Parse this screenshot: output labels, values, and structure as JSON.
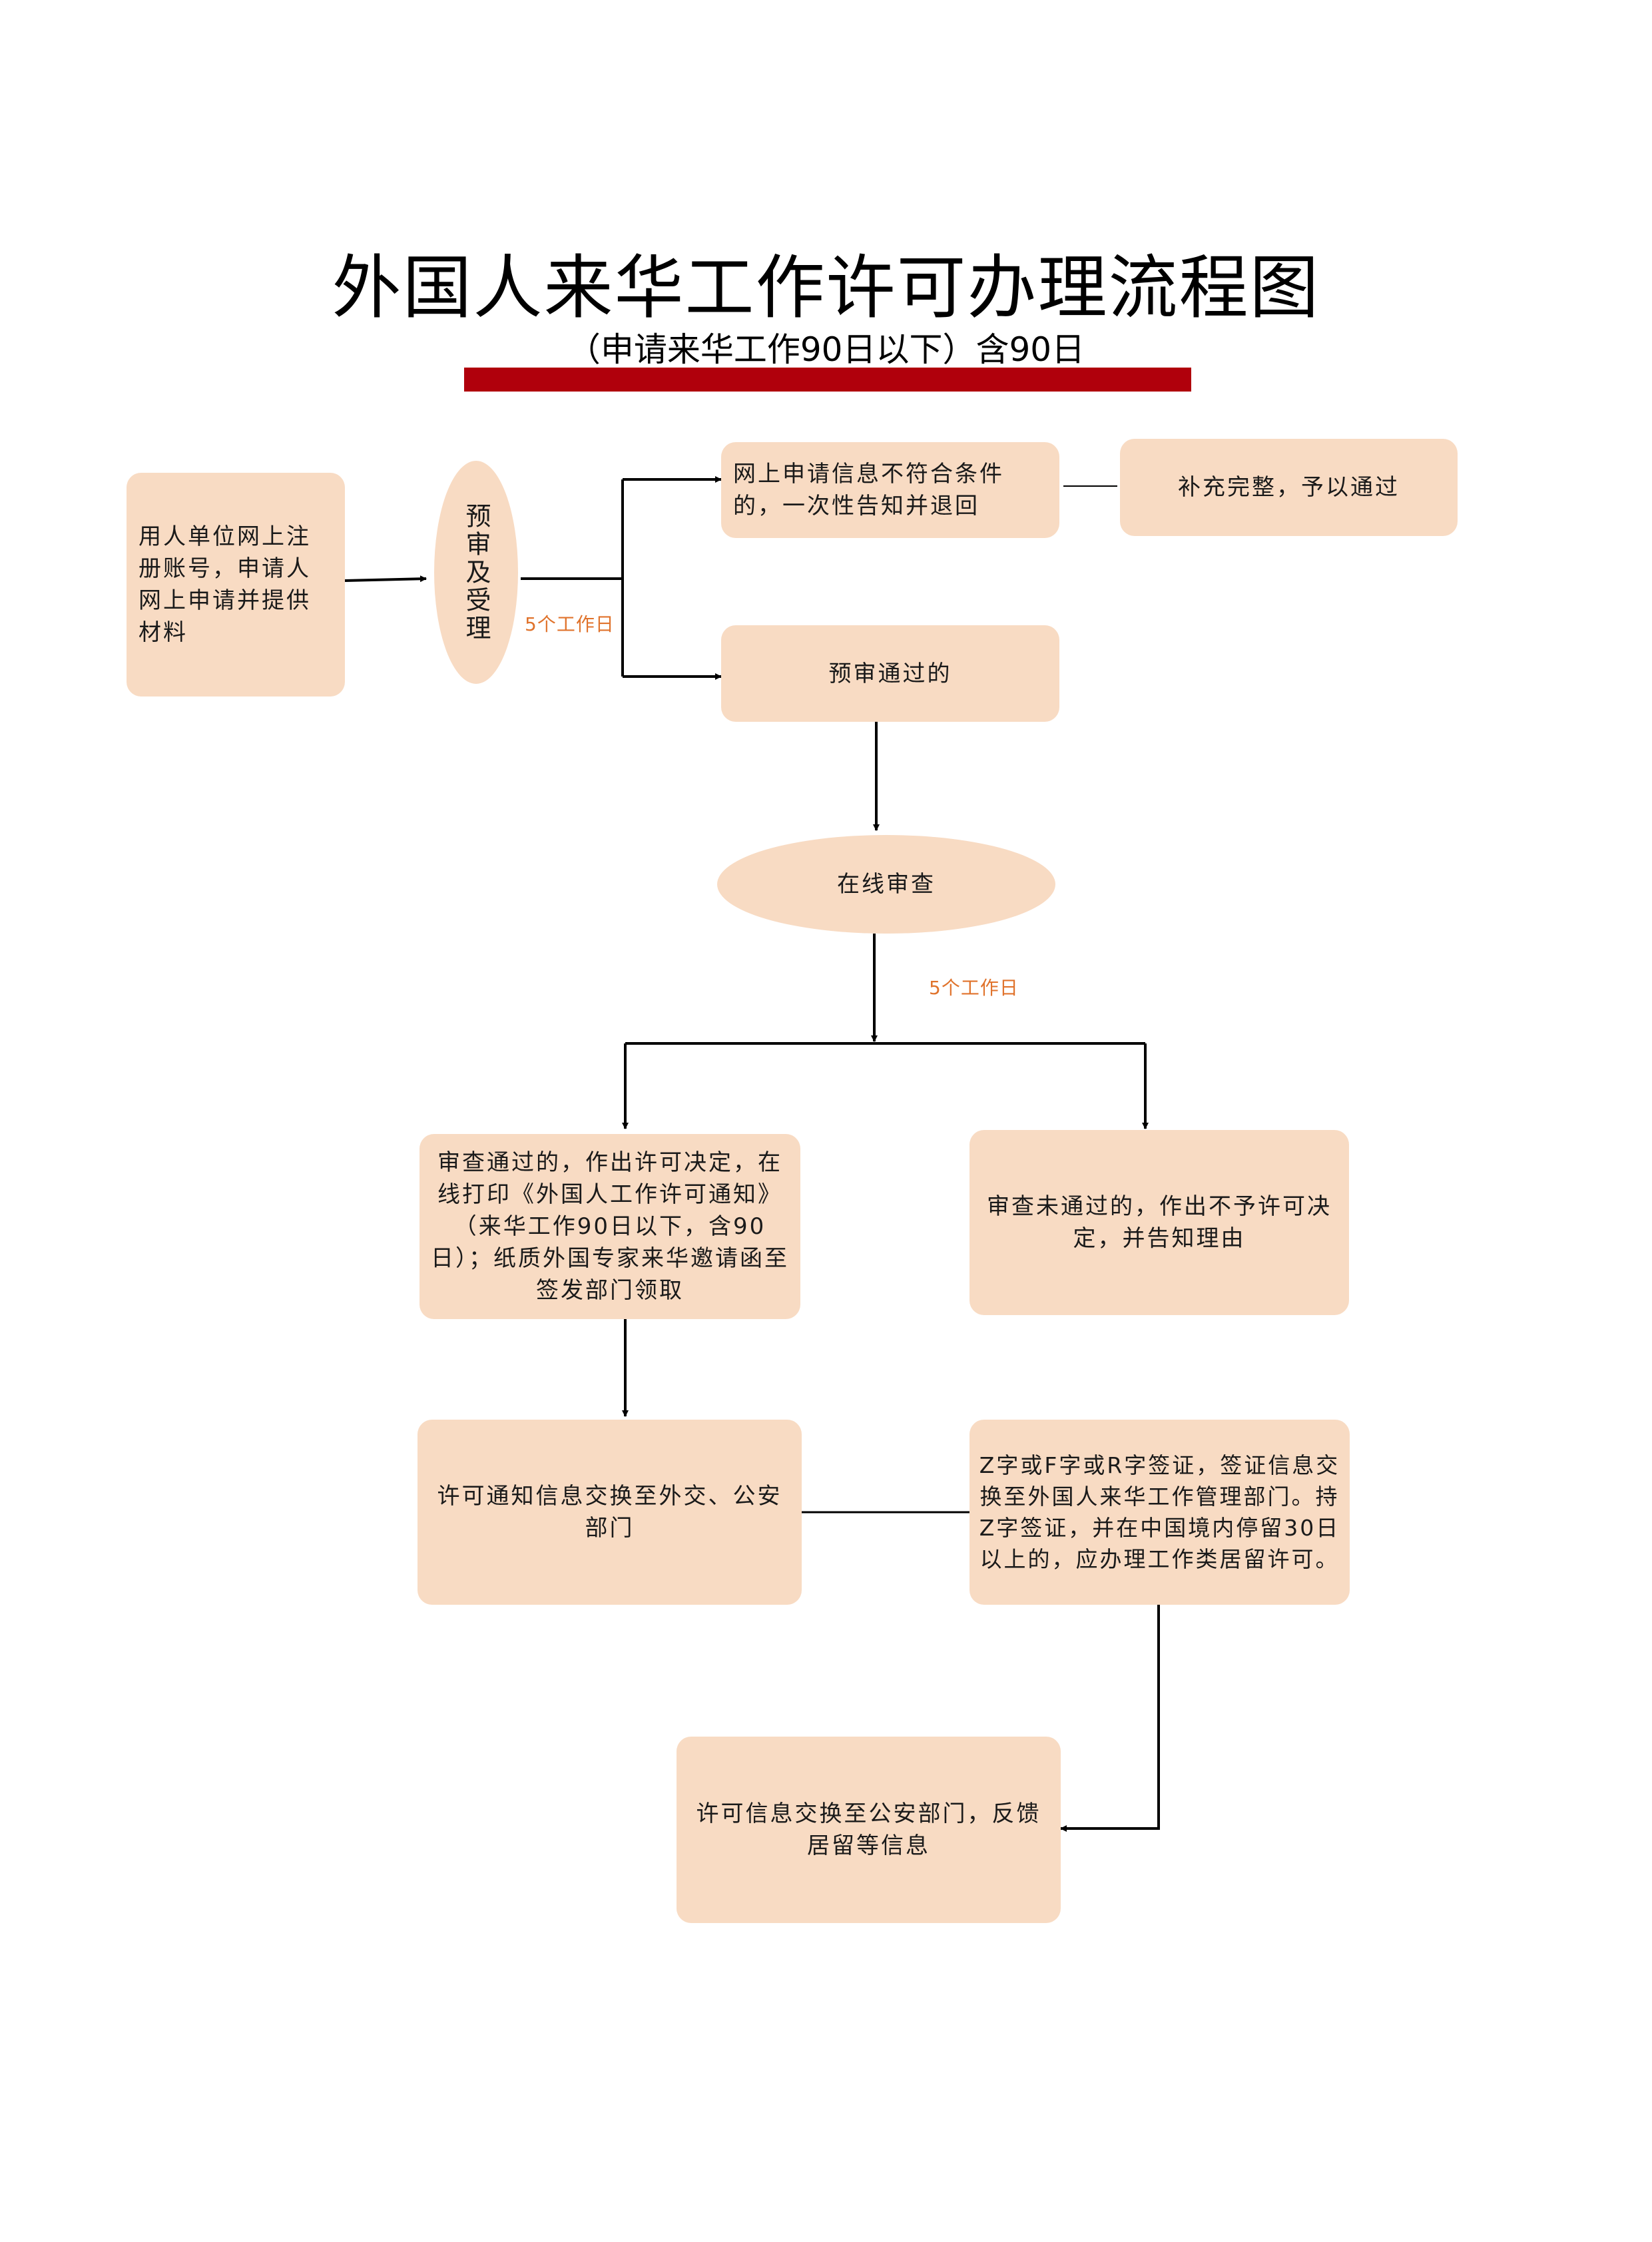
{
  "title": "外国人来华工作许可办理流程图",
  "subtitle": "（申请来华工作90日以下）含90日",
  "colors": {
    "node_fill": "#f8dbc3",
    "accent_bar": "#b0000c",
    "time_label": "#e0732c",
    "line": "#000000"
  },
  "nodes": {
    "register": "用人单位网上注册账号，申请人网上申请并提供材料",
    "pre_review": "预审及受理",
    "rejected": "网上申请信息不符合条件的，一次性告知并退回",
    "supplement": "补充完整，予以通过",
    "passed": "预审通过的",
    "online_review": "在线审查",
    "approved": "审查通过的，作出许可决定，在线打印《外国人工作许可通知》（来华工作90日以下，含90日）；纸质外国专家来华邀请函至签发部门领取",
    "denied": "审查未通过的，作出不予许可决定，并告知理由",
    "exchange": "许可通知信息交换至外交、公安部门",
    "visa": "Z字或F字或R字签证，签证信息交换至外国人来华工作管理部门。持Z字签证，并在中国境内停留30日以上的，应办理工作类居留许可。",
    "feedback": "许可信息交换至公安部门，反馈居留等信息"
  },
  "time_labels": {
    "pre_review": "5个工作日",
    "online_review": "5个工作日"
  }
}
